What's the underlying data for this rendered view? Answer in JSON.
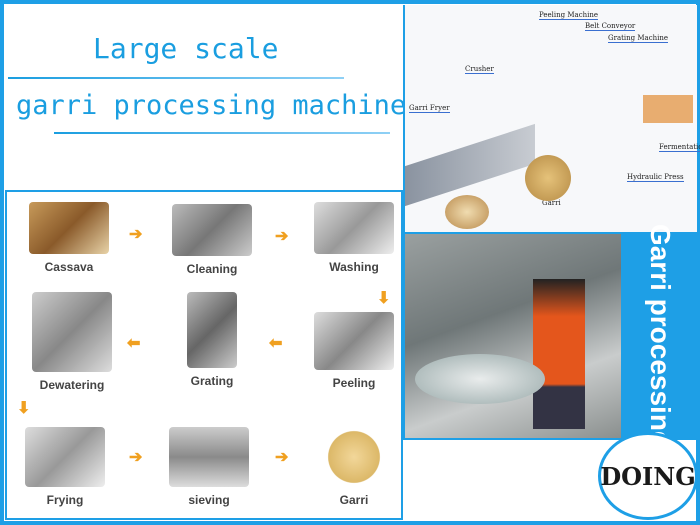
{
  "header": {
    "line1": "Large scale",
    "line2": "garri processing machine"
  },
  "flow": {
    "steps": [
      "Cassava",
      "Cleaning",
      "Washing",
      "Dewatering",
      "Grating",
      "Peeling",
      "Frying",
      "sieving",
      "Garri"
    ],
    "arrow_color": "#f0a020"
  },
  "layout_diagram": {
    "labels": [
      "Peeling Machine",
      "Belt Conveyor",
      "Grating Machine",
      "Crusher",
      "Garri Fryer",
      "Fermentation",
      "Hydraulic Press",
      "Garri"
    ]
  },
  "side_banner": {
    "text": "Garri processing"
  },
  "logo": {
    "text": "DOING"
  },
  "colors": {
    "accent": "#1e9fe6"
  }
}
